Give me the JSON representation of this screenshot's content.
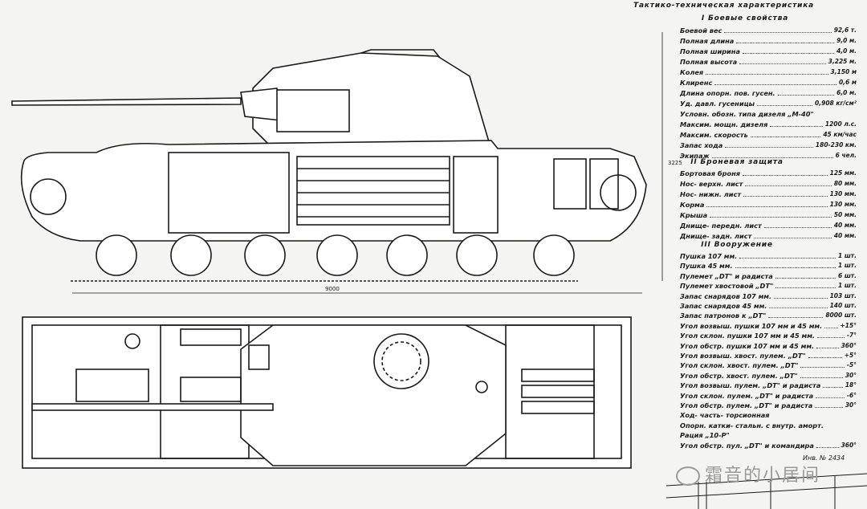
{
  "spec": {
    "title": "Тактико-техническая характеристика",
    "sections": [
      {
        "heading": "I Боевые свойства",
        "rows": [
          {
            "label": "Боевой вес",
            "value": "92,6 т."
          },
          {
            "label": "Полная длина",
            "value": "9,0 м."
          },
          {
            "label": "Полная ширина",
            "value": "4,0 м."
          },
          {
            "label": "Полная высота",
            "value": "3,225 м."
          },
          {
            "label": "Колея",
            "value": "3,150 м"
          },
          {
            "label": "Клиренс",
            "value": "0,6 м"
          },
          {
            "label": "Длина опорн. пов. гусен.",
            "value": "6,0 м."
          },
          {
            "label": "Уд. давл. гусеницы",
            "value": "0,908 кг/см²"
          },
          {
            "label": "Условн. обозн. типа дизеля „М-40\"",
            "value": ""
          },
          {
            "label": "Максим. мощн. дизеля",
            "value": "1200 л.с."
          },
          {
            "label": "Максим. скорость",
            "value": "45 км/час"
          },
          {
            "label": "Запас хода",
            "value": "180-230 км."
          },
          {
            "label": "Экипаж",
            "value": "6 чел."
          }
        ]
      },
      {
        "heading": "II Броневая защита",
        "rows": [
          {
            "label": "Бортовая броня",
            "value": "125 мм."
          },
          {
            "label": "Нос- верхн. лист",
            "value": "80 мм."
          },
          {
            "label": "Нос- нижн. лист",
            "value": "130 мм."
          },
          {
            "label": "Корма",
            "value": "130 мм."
          },
          {
            "label": "Крыша",
            "value": "50 мм."
          },
          {
            "label": "Днище- передн. лист",
            "value": "40 мм."
          },
          {
            "label": "Днище- задн. лист",
            "value": "40 мм."
          }
        ]
      },
      {
        "heading": "III Вооружение",
        "rows": [
          {
            "label": "Пушка 107 мм.",
            "value": "1 шт."
          },
          {
            "label": "Пушка 45 мм.",
            "value": "1 шт."
          },
          {
            "label": "Пулемет „DT\" и радиста",
            "value": "6 шт."
          },
          {
            "label": "Пулемет хвостовой „DT\"",
            "value": "1 шт."
          },
          {
            "label": "Запас снарядов 107 мм.",
            "value": "103 шт."
          },
          {
            "label": "Запас снарядов 45 мм.",
            "value": "140 шт."
          },
          {
            "label": "Запас патронов к „DT\"",
            "value": "8000 шт."
          },
          {
            "label": "Угол возвыш. пушки 107 мм и 45 мм.",
            "value": "+15°"
          },
          {
            "label": "Угол склон. пушки 107 мм и 45 мм.",
            "value": "-7°"
          },
          {
            "label": "Угол обстр. пушки 107 мм и 45 мм.",
            "value": "360°"
          },
          {
            "label": "Угол возвыш. хвост. пулем. „DT\"",
            "value": "+5°"
          },
          {
            "label": "Угол склон. хвост. пулем. „DT\"",
            "value": "-5°"
          },
          {
            "label": "Угол обстр. хвост. пулем. „DT\"",
            "value": "30°"
          },
          {
            "label": "Угол возвыш. пулем. „DT\" и радиста",
            "value": "18°"
          },
          {
            "label": "Угол склон. пулем. „DT\" и радиста",
            "value": "-6°"
          },
          {
            "label": "Угол обстр. пулем. „DT\" и радиста",
            "value": "30°"
          },
          {
            "label": "Ход- часть- торсионная",
            "value": ""
          },
          {
            "label": "Опорн. катки- стальн. с внутр. аморт.",
            "value": ""
          },
          {
            "label": "Рация „10-Р\"",
            "value": ""
          },
          {
            "label": "Угол обстр. пул. „DT\" и командира",
            "value": "360°"
          }
        ]
      }
    ]
  },
  "dimension_label": "9000",
  "height_dimension_label": "3225",
  "stamp_text": "Инв. № 2434",
  "watermark": "霜音的小居间"
}
